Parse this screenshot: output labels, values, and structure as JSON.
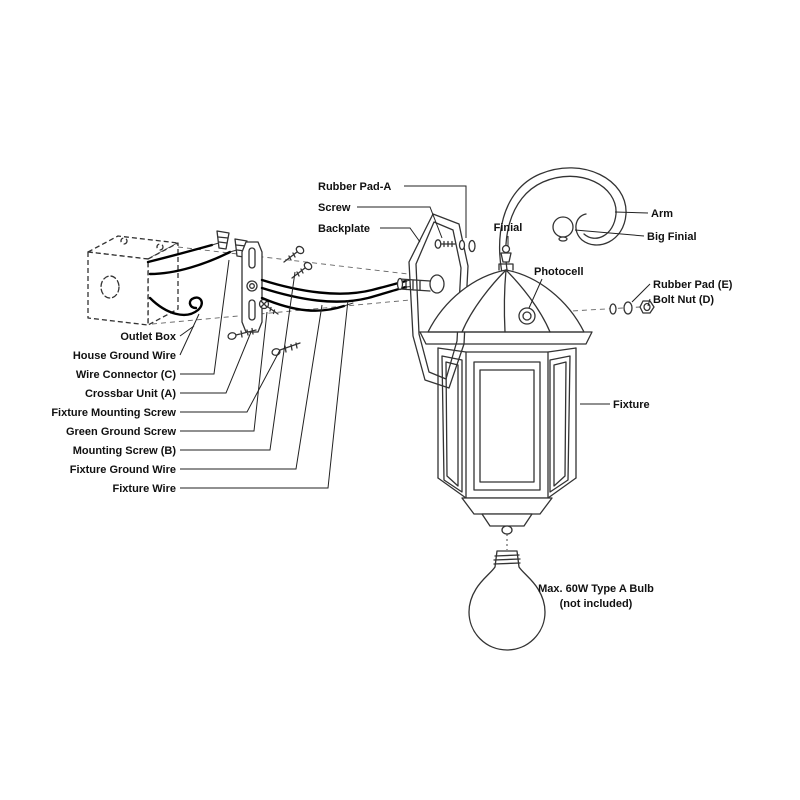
{
  "page": {
    "background": "#ffffff",
    "line_color": "#333333",
    "text_color": "#111111"
  },
  "labels": {
    "rubber_pad_a": "Rubber Pad-A",
    "screw": "Screw",
    "backplate": "Backplate",
    "finial": "Finial",
    "arm": "Arm",
    "big_finial": "Big Finial",
    "photocell": "Photocell",
    "rubber_pad_e": "Rubber Pad (E)",
    "bolt_nut_d": "Bolt Nut (D)",
    "fixture": "Fixture",
    "outlet_box": "Outlet Box",
    "house_ground_wire": "House Ground Wire",
    "wire_connector_c": "Wire Connector (C)",
    "crossbar_unit_a": "Crossbar Unit (A)",
    "fixture_mounting_screw": "Fixture Mounting Screw",
    "green_ground_screw": "Green Ground Screw",
    "mounting_screw_b": "Mounting Screw (B)",
    "fixture_ground_wire": "Fixture Ground Wire",
    "fixture_wire": "Fixture Wire",
    "bulb_note_line1": "Max. 60W Type A Bulb",
    "bulb_note_line2": "(not included)"
  }
}
